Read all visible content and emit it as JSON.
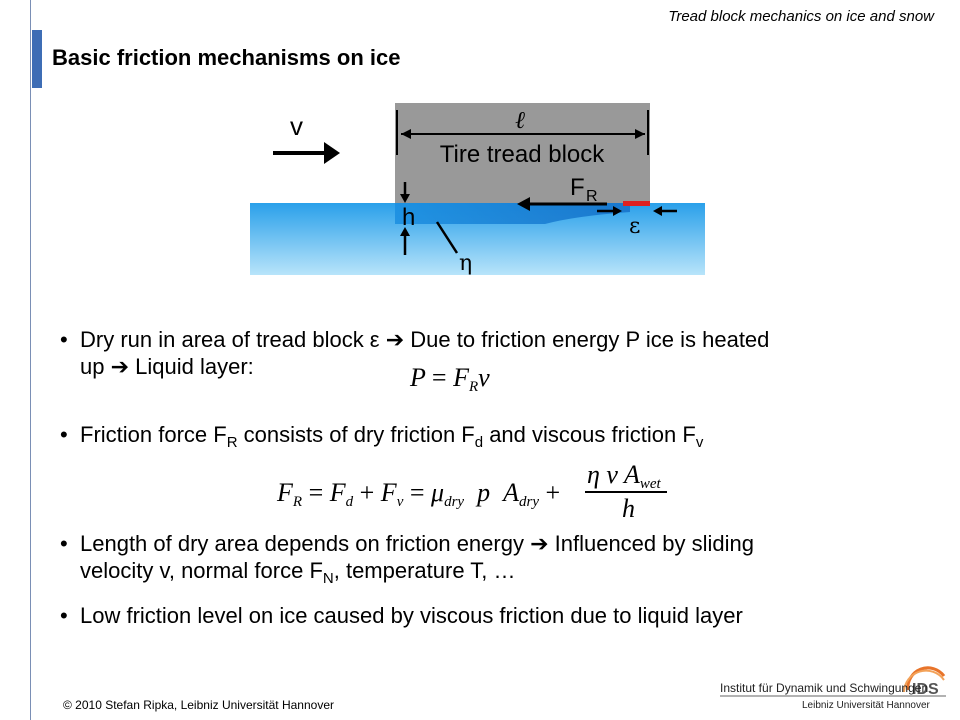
{
  "header": {
    "running_title": "Tread block mechanics on ice and snow"
  },
  "slide": {
    "title": "Basic friction mechanisms on ice"
  },
  "diagram": {
    "velocity_label": "v",
    "length_label": "ℓ",
    "block_label": "Tire tread block",
    "force_label": "F",
    "force_sub": "R",
    "gap_label": "h",
    "epsilon_label": "ε",
    "eta_label": "η",
    "colors": {
      "block": "#999999",
      "ice": "#1e98e6",
      "ice_light": "#9ed8f6",
      "dry_zone": "#e02020"
    }
  },
  "bullets": {
    "b1_line1": "Dry run in area of tread block ε  ➔  Due to friction energy P ice is heated",
    "b1_line2": "up  ➔  Liquid layer:",
    "b2_a": "Friction force F",
    "b2_a_sub": "R",
    "b2_b": " consists of dry friction F",
    "b2_b_sub": "d",
    "b2_c": " and viscous friction F",
    "b2_c_sub": "v",
    "b3_line1": "Length of dry area depends on friction energy  ➔  Influenced by sliding",
    "b3_line2a": "velocity v, normal force F",
    "b3_line2_sub": "N",
    "b3_line2b": ", temperature T, …",
    "b4": "Low friction level on ice caused by viscous friction due to liquid layer"
  },
  "formulas": {
    "power": {
      "lhs": "P",
      "eq": "=",
      "f": "F",
      "f_sub": "R",
      "v": "v"
    },
    "friction": {
      "fr": "F",
      "fr_sub": "R",
      "fd": "F",
      "fd_sub": "d",
      "fv": "F",
      "fv_sub": "v",
      "mu": "μ",
      "mu_sub": "dry",
      "p": "p",
      "a": "A",
      "a_sub": "dry",
      "num": "η v A",
      "num_sub": "wet",
      "den": "h"
    }
  },
  "footer": {
    "copyright": "© 2010  Stefan Ripka,  Leibniz Universität Hannover"
  },
  "logo": {
    "mark": "IDS",
    "line1": "Institut für Dynamik und Schwingungen",
    "line2": "Leibniz Universität Hannover"
  }
}
